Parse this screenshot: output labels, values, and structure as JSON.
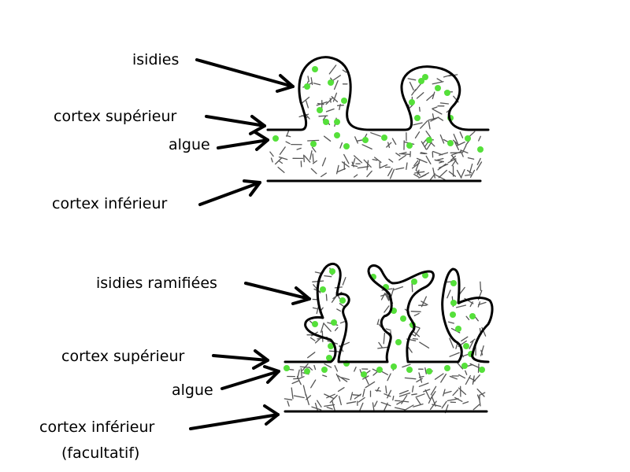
{
  "colors": {
    "alga": "#55e03a",
    "hypha": "#555555",
    "outline": "#000000",
    "background": "#ffffff"
  },
  "top_diagram": {
    "label_isidia": "isidies",
    "label_upper_cortex": "cortex supérieur",
    "label_alga": "algue",
    "label_lower_cortex": "cortex inférieur"
  },
  "bottom_diagram": {
    "label_isidia": "isidies ramifiées",
    "label_upper_cortex": "cortex supérieur",
    "label_alga": "algue",
    "label_lower_cortex": "cortex inférieur",
    "label_optional": "(facultatif)"
  }
}
